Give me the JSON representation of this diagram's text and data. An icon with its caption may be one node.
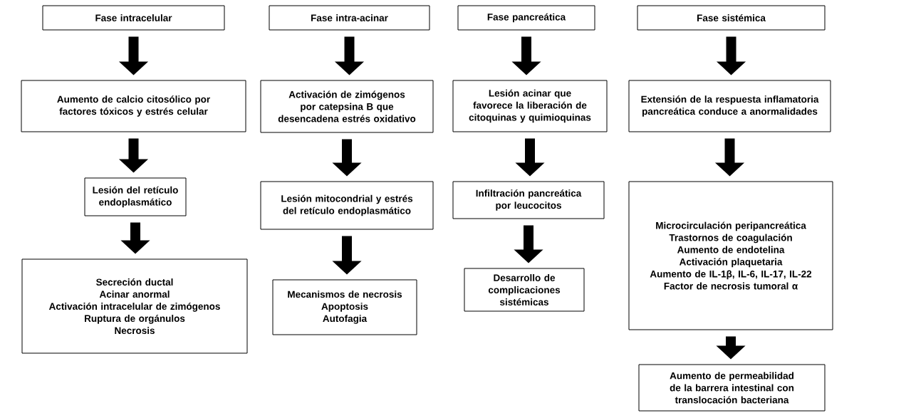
{
  "diagram": {
    "nodes": [
      {
        "text": [
          "Fase intracelular"
        ]
      },
      {
        "text": [
          "Aumento de calcio citosólico por factores tóxicos y estrés celular"
        ]
      },
      {
        "text": [
          "Lesión del retículo endoplasmático"
        ]
      },
      {
        "text": [
          "Secreción ductal",
          "Acinar anormal",
          "Activación intracelular de zimógenos",
          "Ruptura de orgánulos",
          "Necrosis"
        ]
      },
      {
        "text": [
          "Fase intra-acinar"
        ]
      },
      {
        "text": [
          "Activación de zimógenos por catepsina B que desencadena estrés oxidativo"
        ]
      },
      {
        "text": [
          "Lesión mitocondrial y estrés del retículo endoplasmático"
        ]
      },
      {
        "text": [
          "Mecanismos de necrosis",
          "Apoptosis",
          "Autofagia"
        ]
      },
      {
        "text": [
          "Fase pancreática"
        ]
      },
      {
        "text": [
          "Lesión acinar que favorece la liberación de citoquinas y quimioquinas"
        ]
      },
      {
        "text": [
          "Infiltración pancreática por leucocitos"
        ]
      },
      {
        "text": [
          "Desarrollo de complicaciones sistémicas"
        ]
      },
      {
        "text": [
          "Fase sistémica"
        ]
      },
      {
        "text": [
          "Extensión de la respuesta inflamatoria pancreática conduce a anormalidades"
        ]
      },
      {
        "text": [
          "Microcirculación peripancreática",
          "Trastornos de coagulación",
          "Aumento de endotelina",
          "Activación plaquetaria",
          "Aumento de IL-1β, IL-6, IL-17, IL-22",
          "Factor de necrosis tumoral α"
        ]
      },
      {
        "text": [
          "Aumento de permeabilidad de la barrera intestinal con translocación bacteriana"
        ]
      }
    ],
    "edges": [
      {
        "from": 0,
        "to": 1,
        "arrow": "to"
      },
      {
        "from": 1,
        "to": 2,
        "arrow": "to"
      },
      {
        "from": 2,
        "to": 3,
        "arrow": "to"
      },
      {
        "from": 4,
        "to": 5,
        "arrow": "to"
      },
      {
        "from": 5,
        "to": 6,
        "arrow": "to"
      },
      {
        "from": 6,
        "to": 7,
        "arrow": "to"
      },
      {
        "from": 8,
        "to": 9,
        "arrow": "to"
      },
      {
        "from": 9,
        "to": 10,
        "arrow": "to"
      },
      {
        "from": 10,
        "to": 11,
        "arrow": "to"
      },
      {
        "from": 12,
        "to": 13,
        "arrow": "to"
      },
      {
        "from": 13,
        "to": 14,
        "arrow": "to"
      },
      {
        "from": 14,
        "to": 15,
        "arrow": "to"
      }
    ]
  }
}
